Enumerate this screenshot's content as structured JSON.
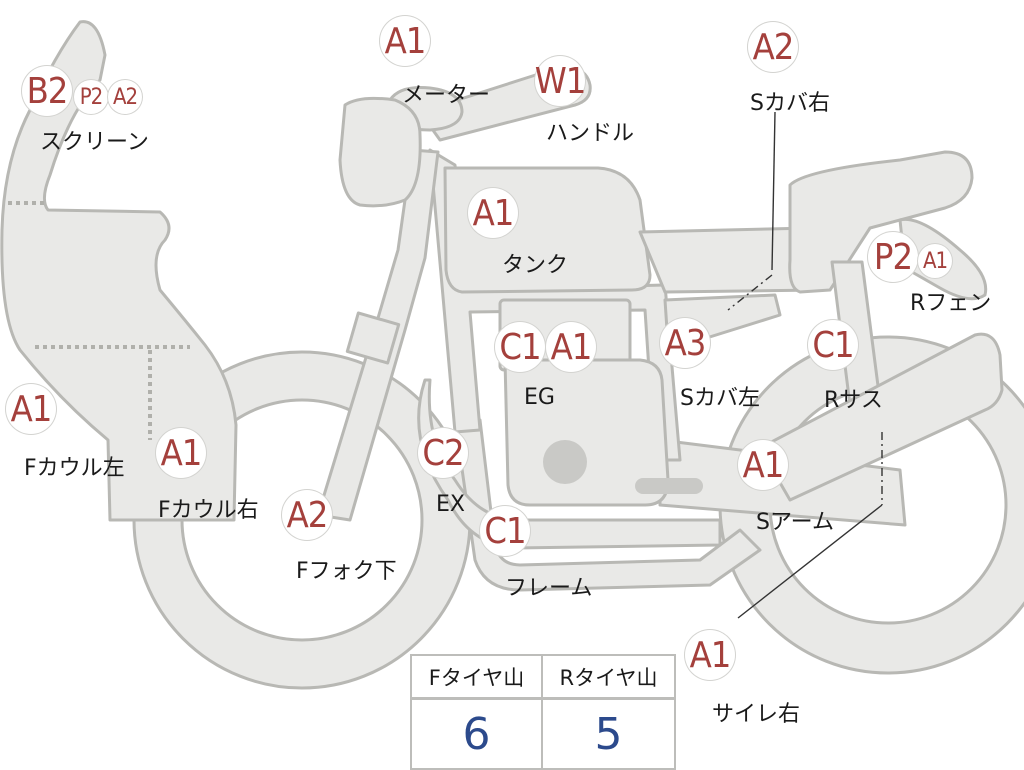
{
  "parts": {
    "screen": {
      "codes": [
        "B2",
        "P2",
        "A2"
      ],
      "label": "スクリーン"
    },
    "meter": {
      "codes": [
        "A1"
      ],
      "label": "メーター"
    },
    "handle": {
      "codes": [
        "W1"
      ],
      "label": "ハンドル"
    },
    "scover_r": {
      "codes": [
        "A2"
      ],
      "label": "Sカバ右"
    },
    "tank": {
      "codes": [
        "A1"
      ],
      "label": "タンク"
    },
    "rfender": {
      "codes": [
        "P2",
        "A1"
      ],
      "label": "Rフェン"
    },
    "eg": {
      "codes": [
        "C1",
        "A1"
      ],
      "label": "EG"
    },
    "scover_l": {
      "codes": [
        "A3"
      ],
      "label": "Sカバ左"
    },
    "rsus": {
      "codes": [
        "C1"
      ],
      "label": "Rサス"
    },
    "fcowl_l": {
      "codes": [
        "A1"
      ],
      "label": "Fカウル左"
    },
    "fcowl_r": {
      "codes": [
        "A1"
      ],
      "label": "Fカウル右"
    },
    "ex": {
      "codes": [
        "C2"
      ],
      "label": "EX"
    },
    "ffork": {
      "codes": [
        "A2"
      ],
      "label": "Fフォク下"
    },
    "frame": {
      "codes": [
        "C1"
      ],
      "label": "フレーム"
    },
    "sarm": {
      "codes": [
        "A1"
      ],
      "label": "Sアーム"
    },
    "muffler_r": {
      "codes": [
        "A1"
      ],
      "label": "サイレ右"
    }
  },
  "tires": {
    "front_header": "Fタイヤ山",
    "rear_header": "Rタイヤ山",
    "front_value": "6",
    "rear_value": "5"
  },
  "colors": {
    "code": "#a4403c",
    "tire_value": "#2c4a8c",
    "part_fill": "#e9e9e7"
  }
}
